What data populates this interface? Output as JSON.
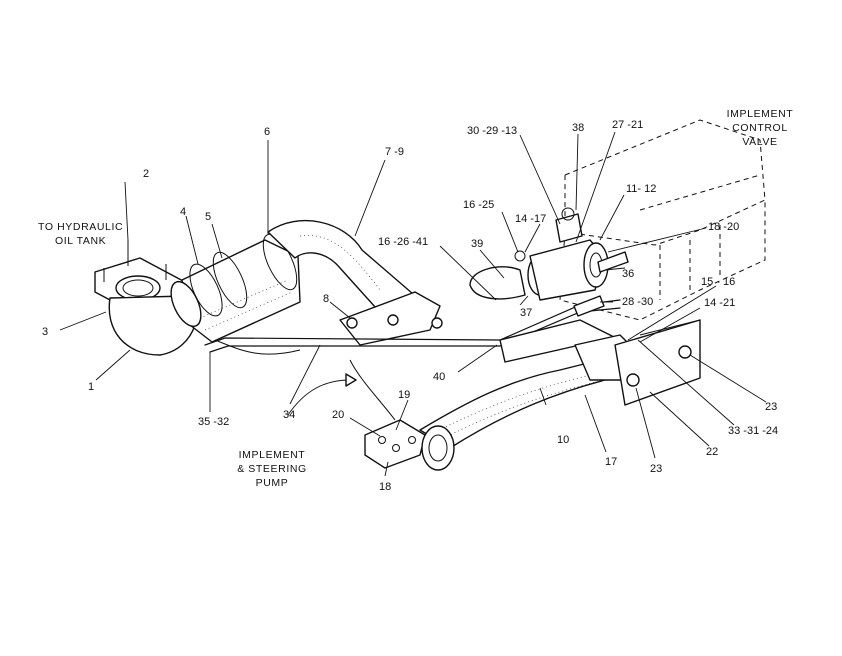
{
  "captions": {
    "hydraulic_tank": [
      "TO HYDRAULIC",
      "OIL TANK"
    ],
    "control_valve": [
      "IMPLEMENT",
      "CONTROL",
      "VALVE"
    ],
    "pump": [
      "IMPLEMENT",
      "& STEERING",
      "PUMP"
    ]
  },
  "callouts": {
    "c1": "1",
    "c2": "2",
    "c3": "3",
    "c4": "4",
    "c5": "5",
    "c6": "6",
    "c7_9": "7 -9",
    "c8": "8",
    "c10": "10",
    "c11_12": "11- 12",
    "c14_17": "14 -17",
    "c14_21": "14 -21",
    "c15_16": "15 - 16",
    "c16_25": "16 -25",
    "c16_26_41": "16 -26 -41",
    "c17": "17",
    "c18": "18",
    "c18_20": "18 -20",
    "c19": "19",
    "c20": "20",
    "c22": "22",
    "c23a": "23",
    "c23b": "23",
    "c27_21": "27 -21",
    "c28_30": "28 -30",
    "c30_29_13": "30 -29 -13",
    "c33_31_24": "33 -31 -24",
    "c34": "34",
    "c35_32": "35 -32",
    "c36": "36",
    "c37": "37",
    "c38": "38",
    "c39": "39",
    "c40": "40"
  }
}
